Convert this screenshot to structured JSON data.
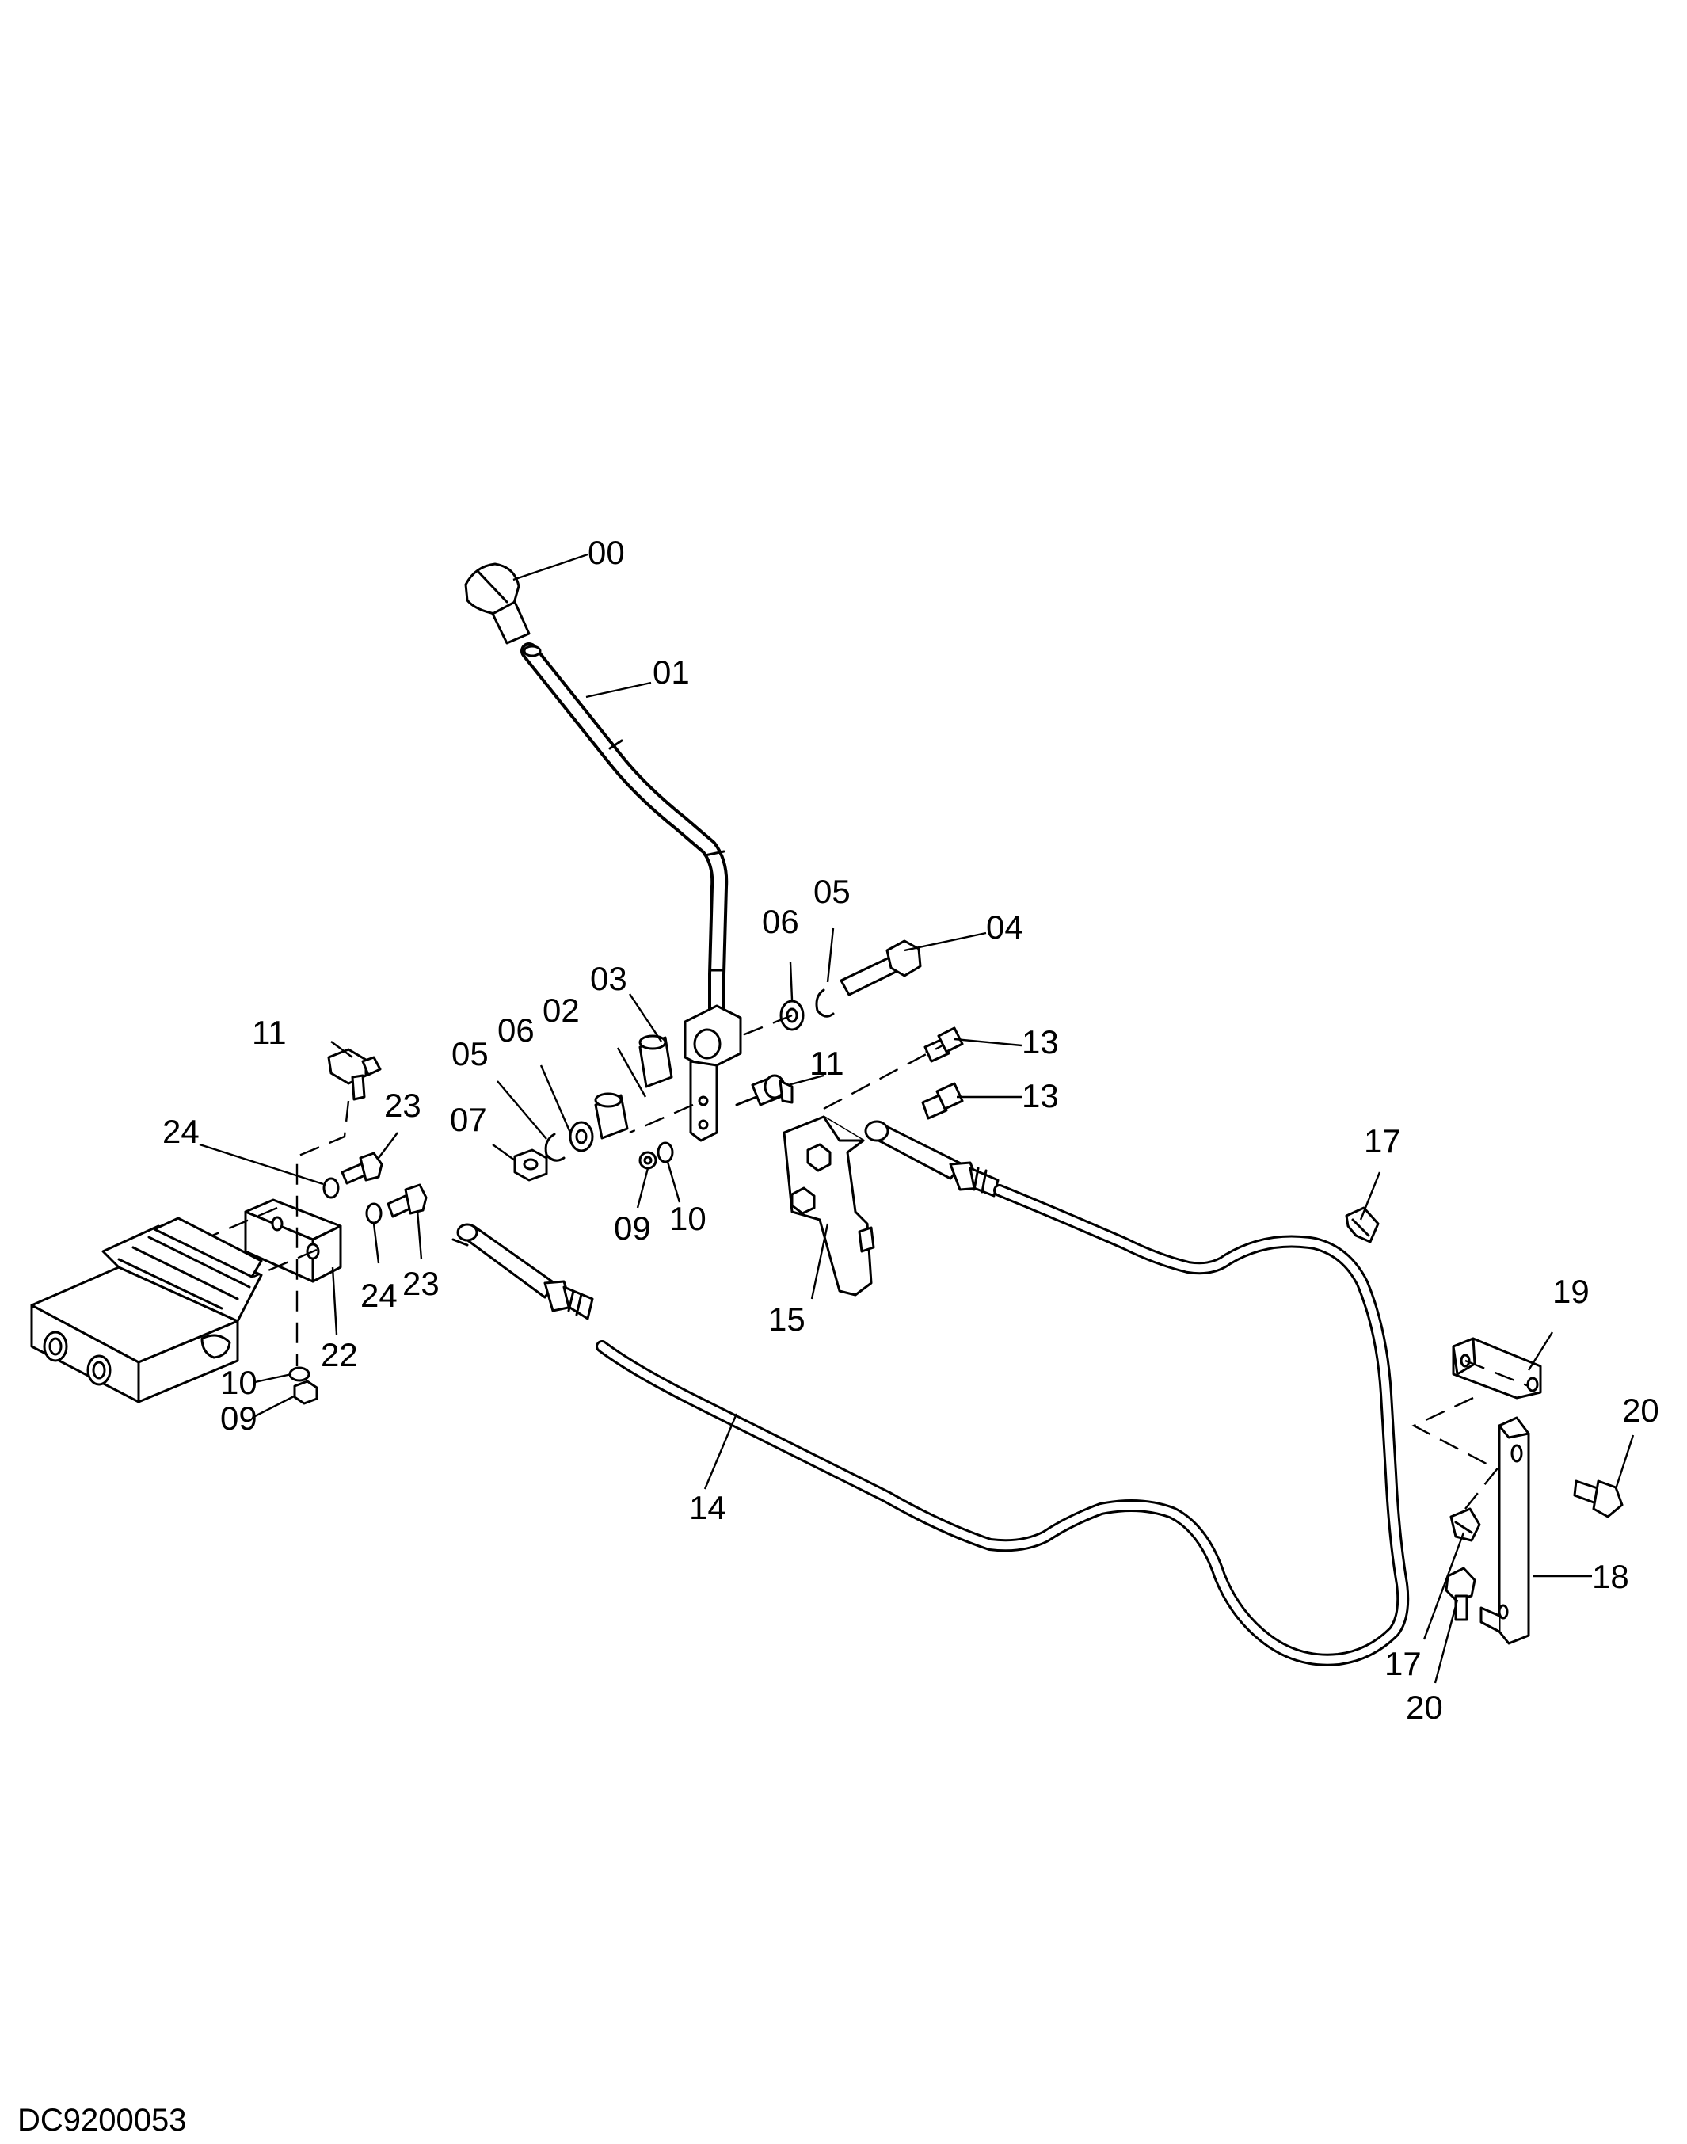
{
  "drawing_code": "DC9200053",
  "callouts": {
    "c00": "00",
    "c01": "01",
    "c02": "02",
    "c03": "03",
    "c04": "04",
    "c05a": "05",
    "c05b": "05",
    "c06a": "06",
    "c06b": "06",
    "c07": "07",
    "c09a": "09",
    "c09b": "09",
    "c10a": "10",
    "c10b": "10",
    "c11a": "11",
    "c11b": "11",
    "c13a": "13",
    "c13b": "13",
    "c14": "14",
    "c15": "15",
    "c17a": "17",
    "c17b": "17",
    "c18": "18",
    "c19": "19",
    "c20a": "20",
    "c20b": "20",
    "c22": "22",
    "c23a": "23",
    "c23b": "23",
    "c24a": "24",
    "c24b": "24"
  }
}
